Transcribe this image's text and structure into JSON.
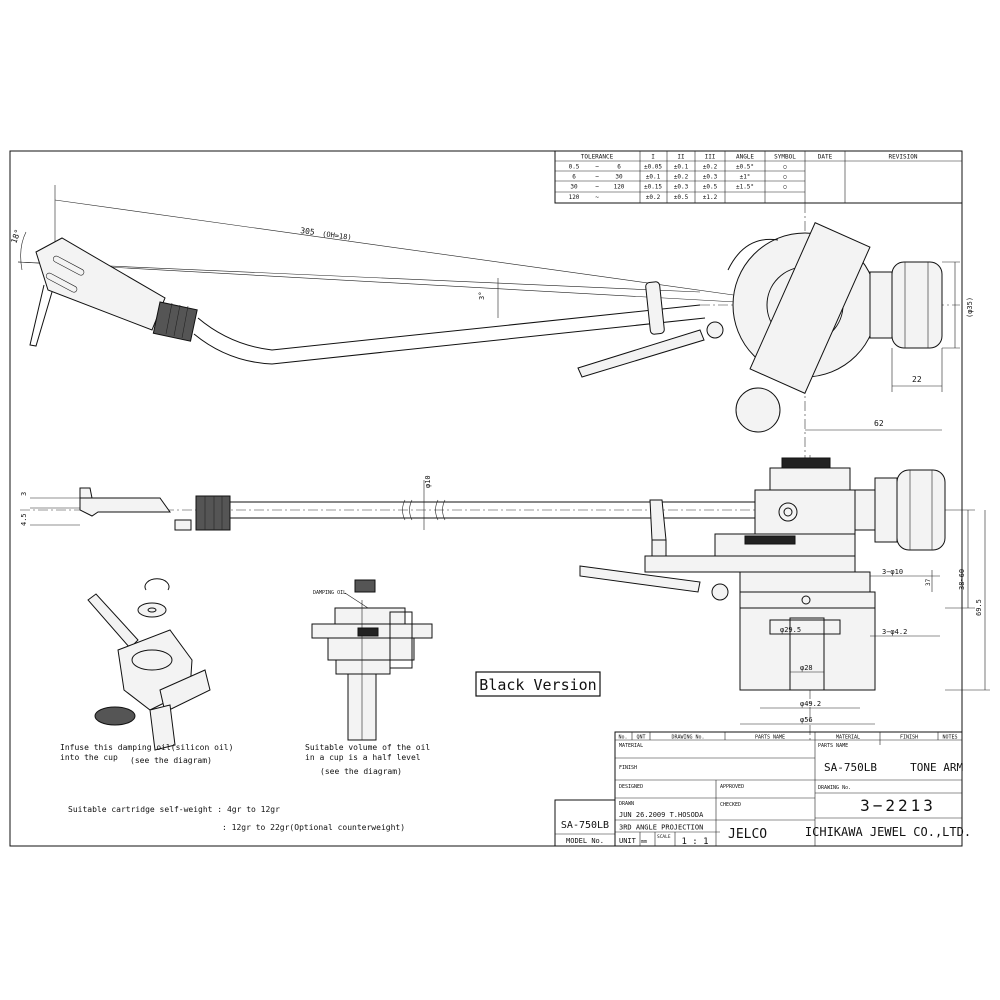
{
  "tolerance_table": {
    "headers": [
      "TOLERANCE",
      "I",
      "II",
      "III",
      "ANGLE",
      "SYMBOL",
      "DATE",
      "REVISION"
    ],
    "rows": [
      {
        "from": "0.5",
        "sep": "~",
        "to": "6",
        "v1": "±0.05",
        "v2": "±0.1",
        "v3": "±0.2",
        "angle": "±0.5°",
        "symbol": "○"
      },
      {
        "from": "6",
        "sep": "~",
        "to": "30",
        "v1": "±0.1",
        "v2": "±0.2",
        "v3": "±0.3",
        "angle": "±1°",
        "symbol": "○"
      },
      {
        "from": "30",
        "sep": "~",
        "to": "120",
        "v1": "±0.15",
        "v2": "±0.3",
        "v3": "±0.5",
        "angle": "±1.5°",
        "symbol": "○"
      },
      {
        "from": "120",
        "sep": "~",
        "to": "",
        "v1": "±0.2",
        "v2": "±0.5",
        "v3": "±1.2",
        "angle": "",
        "symbol": ""
      }
    ]
  },
  "dimensions": {
    "offset_angle": "18°",
    "effective_length": "305",
    "effective_length_note": "(OH=18)",
    "tilt": "3°",
    "counterweight_dia": "(φ35)",
    "cw_width": "22",
    "pivot_offset": "62",
    "arm_dia": "φ10",
    "side_top": "3",
    "side_gap": "4.5",
    "holes_top": "3−φ10",
    "holes_side": "37",
    "holes_bottom": "3−φ4.2",
    "height_range": "38~60",
    "total_height": "69.5",
    "d1": "φ29.5",
    "d2": "φ28",
    "d3": "φ49.2",
    "d4": "φ56"
  },
  "notes": {
    "damping_label": "DAMPING OIL",
    "oil_note_1": "Infuse this damping oil(silicon oil)",
    "oil_note_2": "into the cup",
    "oil_note_3": "(see the diagram)",
    "level_note_1": "Suitable volume of the oil",
    "level_note_2": "in a cup is a half level",
    "level_note_3": "(see the diagram)",
    "weight_1": "Suitable cartridge self-weight : 4gr to 12gr",
    "weight_2": ": 12gr to 22gr(Optional counterweight)",
    "version_badge": "Black Version"
  },
  "title_block": {
    "headers": [
      "No.",
      "QNT",
      "DRAWING No.",
      "PARTS NAME",
      "MATERIAL",
      "FINISH",
      "NOTES"
    ],
    "material_label": "MATERIAL",
    "finish_label": "FINISH",
    "designed_label": "DESIGNED",
    "approved_label": "APPROVED",
    "drawn_label": "DRAWN",
    "drawn_value": "JUN 26.2009  T.HOSODA",
    "checked_label": "CHECKED",
    "projection": "3RD ANGLE PROJECTION",
    "model_value": "SA-750LB",
    "model_label": "MODEL No.",
    "unit_label": "UNIT",
    "unit_value": "mm",
    "scale_label": "SCALE",
    "scale_value": "1 : 1",
    "parts_name_label": "PARTS NAME",
    "parts_name_value": "SA-750LB     TONE ARM",
    "drawing_no_label": "DRAWING No.",
    "drawing_no_value": "3−2213",
    "brand": "JELCO",
    "company": "ICHIKAWA JEWEL CO.,LTD."
  }
}
